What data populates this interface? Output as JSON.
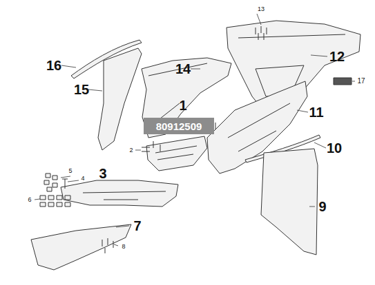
{
  "diagram": {
    "labels": [
      "13",
      "16",
      "12",
      "14",
      "15",
      "17",
      "1",
      "11",
      "80912509",
      "2",
      "5",
      "3",
      "4",
      "10",
      "6",
      "9",
      "7",
      "8"
    ]
  }
}
